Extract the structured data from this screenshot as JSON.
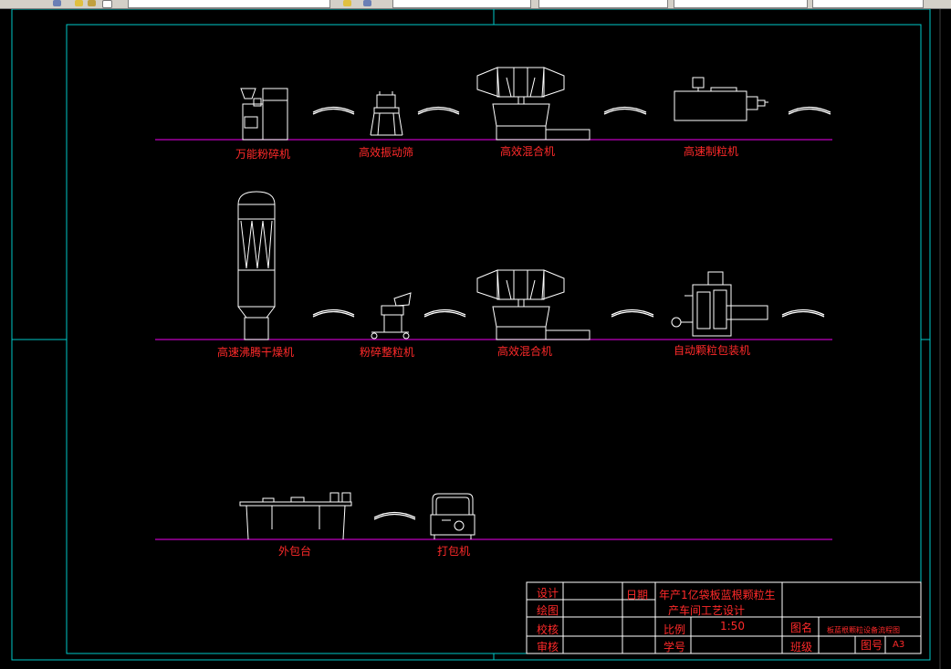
{
  "colors": {
    "background": "#000000",
    "equipment": "#ffffff",
    "ground_line": "#c000c0",
    "frame": "#00c8c8",
    "label": "#ff2a2a"
  },
  "row1": {
    "labels": [
      "万能粉碎机",
      "高效振动筛",
      "高效混合机",
      "高速制粒机"
    ]
  },
  "row2": {
    "labels": [
      "高速沸腾干燥机",
      "粉碎整粒机",
      "高效混合机",
      "自动颗粒包装机"
    ]
  },
  "row3": {
    "labels": [
      "外包台",
      "打包机"
    ]
  },
  "title_block": {
    "design": "设计",
    "drawing": "绘图",
    "check": "校核",
    "review": "审核",
    "date": "日期",
    "project_line1": "年产1亿袋板蓝根颗粒生",
    "project_line2": "产车间工艺设计",
    "scale_label": "比例",
    "scale_value": "1:50",
    "student_no": "学号",
    "drawing_name_label": "图名",
    "drawing_name_value": "板蓝根颗粒设备流程图",
    "class_label": "班级",
    "drawing_no_label": "图号",
    "drawing_no_value": "A3"
  }
}
